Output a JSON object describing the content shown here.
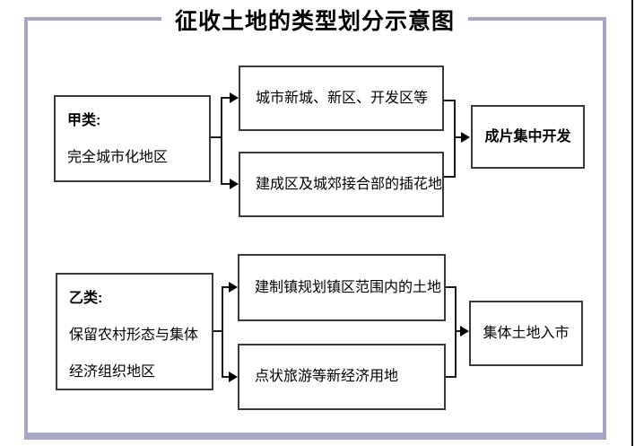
{
  "title": "征收土地的类型划分示意图",
  "diagram": {
    "groups": [
      {
        "source": {
          "heading": "甲类:",
          "lines": [
            "完全城市化地区"
          ]
        },
        "branches": [
          "城市新城、新区、开发区等",
          "建成区及城郊接合部的插花地"
        ],
        "result": "成片集中开发"
      },
      {
        "source": {
          "heading": "乙类:",
          "lines": [
            "保留农村形态与集体",
            "经济组织地区"
          ]
        },
        "branches": [
          "建制镇规划镇区范围内的土地",
          "点状旅游等新经济用地"
        ],
        "result": "集体土地入市"
      }
    ]
  },
  "colors": {
    "frame": "#a6a6c6",
    "box_border": "#3a3a3a",
    "connector": "#1a1a1a",
    "text": "#000000",
    "background": "#ffffff",
    "page_edge_rule": "#1c1c1c"
  }
}
